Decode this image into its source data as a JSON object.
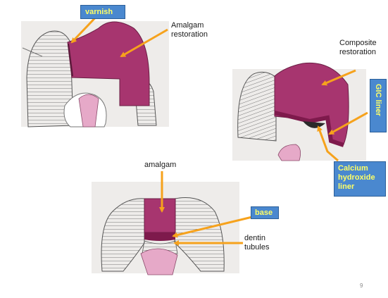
{
  "colors": {
    "restoration": "#a7356f",
    "restoration_dark": "#7e1a4c",
    "pulp": "#e6a9c8",
    "arrow": "#f6a21c",
    "tag_fill": "#4a88cf",
    "tag_text_yellow": "#ffff66",
    "panel": "#eeecea"
  },
  "labels": {
    "varnish": "varnish",
    "amalgam_restoration": [
      "Amalgam",
      "restoration"
    ],
    "composite_restoration": [
      "Composite",
      "restoration"
    ],
    "gic_liner": "GIC liner",
    "calcium_hydroxide_liner": [
      "Calcium",
      "hydroxide",
      "liner"
    ],
    "amalgam": "amalgam",
    "base": "base",
    "dentin_tubules": [
      "dentin",
      "tubules"
    ]
  },
  "page_number": "9"
}
